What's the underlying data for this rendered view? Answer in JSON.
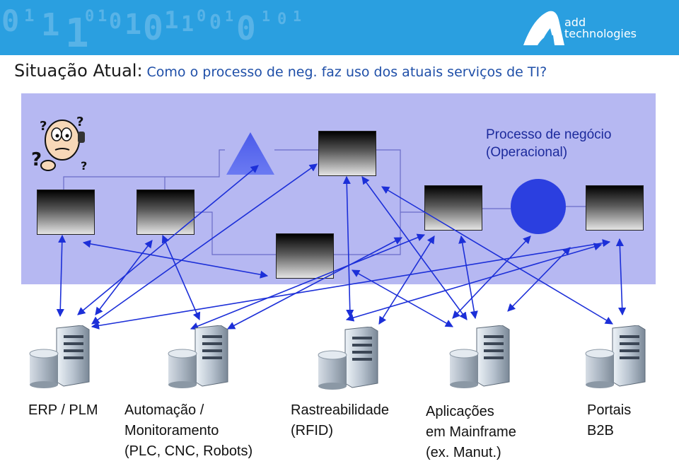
{
  "header": {
    "brand_line1": "add",
    "brand_line2": "technologies",
    "binary_digits": [
      "0",
      "1",
      "1",
      "1",
      "0",
      "1",
      "0",
      "1",
      "0",
      "1",
      "1",
      "0",
      "0",
      "1",
      "0",
      "1",
      "0",
      "1"
    ]
  },
  "title": {
    "main": "Situação Atual:",
    "subtitle": "Como o processo de neg. faz uso dos atuais serviços de TI?"
  },
  "process": {
    "label_line1": "Processo de negócio",
    "label_line2": "(Operacional)",
    "shapes": [
      "thinking-person",
      "triangle",
      "box",
      "box",
      "box",
      "box",
      "box",
      "circle",
      "box"
    ]
  },
  "systems": [
    {
      "id": "erp",
      "lines": [
        "ERP / PLM"
      ]
    },
    {
      "id": "automacao",
      "lines": [
        "Automação /",
        "Monitoramento",
        "(PLC, CNC, Robots)"
      ]
    },
    {
      "id": "rfid",
      "lines": [
        "Rastreabilidade",
        "(RFID)"
      ]
    },
    {
      "id": "mainframe",
      "lines": [
        "Aplicações",
        "em Mainframe",
        "(ex. Manut.)"
      ]
    },
    {
      "id": "b2b",
      "lines": [
        "Portais",
        "B2B"
      ]
    }
  ],
  "colors": {
    "banner": "#2a9fe0",
    "panel": "#b6b8f2",
    "arrows": "#1c2fd8",
    "title_sub": "#1f4fa8",
    "process_label": "#1c2a9c"
  }
}
